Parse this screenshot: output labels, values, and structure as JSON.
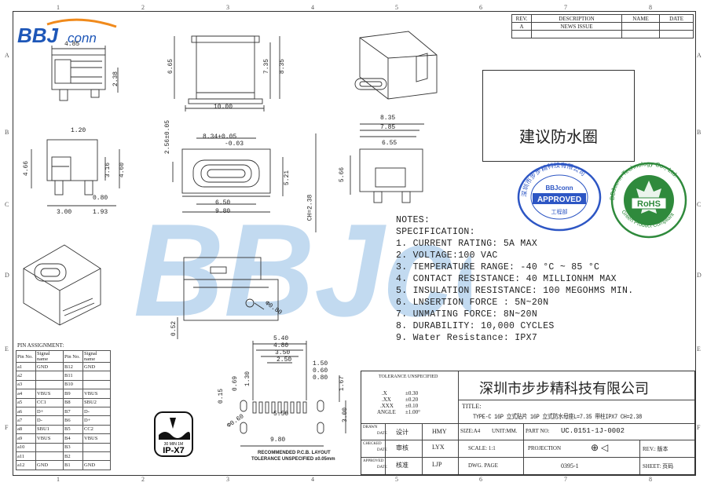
{
  "logo": {
    "text_bbj": "BBJ",
    "text_conn": "conn"
  },
  "grid": {
    "columns": [
      "1",
      "2",
      "3",
      "4",
      "5",
      "6",
      "7",
      "8"
    ],
    "rows": [
      "A",
      "B",
      "C",
      "D",
      "E",
      "F"
    ]
  },
  "revision_table": {
    "headers": [
      "REV.",
      "DESCRIPTION",
      "NAME",
      "DATE"
    ],
    "rows": [
      [
        "A",
        "NEWS ISSUE",
        "",
        ""
      ]
    ]
  },
  "waterproof_box": {
    "label": "建议防水圈"
  },
  "dimensions": {
    "side_top": [
      "4.85",
      "2.38"
    ],
    "front_top": [
      "6.65",
      "7.35",
      "8.35",
      "10.00"
    ],
    "side_mid": [
      "1.20",
      "4.66",
      "3.16",
      "4.60",
      "0.80",
      "3.00",
      "1.93"
    ],
    "front_mid": [
      "2.56±0.05",
      "8.34+0.05",
      "-0.03",
      "5.21",
      "6.50",
      "9.80",
      "CH=2.38"
    ],
    "right_mid": [
      "8.35",
      "7.85",
      "6.55",
      "5.66"
    ],
    "bottom_view": [
      "Φ0.80",
      "0.52"
    ],
    "footprint": [
      "5.40",
      "4.80",
      "3.50",
      "2.50",
      "1.50",
      "0.60",
      "0.80",
      "0.69",
      "1.30",
      "0.15",
      "1.67",
      "5.50",
      "3.00",
      "9.80",
      "Φ0.60"
    ]
  },
  "footprint_caption": [
    "RECOMMENDED P.C.B. LAYOUT",
    "TOLERANCE UNSPECIFIED ±0.05mm"
  ],
  "notes": [
    "NOTES:",
    "SPECIFICATION:",
    "1. CURRENT RATING: 5A MAX",
    "2. VOLTAGE:100 VAC",
    "3. TEMPERATURE RANGE: -40 °C ~ 85 °C",
    "4. CONTACT RESISTANCE: 40 MILLIONHM MAX",
    "5. INSULATION RESISTANCE: 100 MEGOHMS MIN.",
    "6. LNSERTION FORCE : 5N~20N",
    "7. UNMATING FORCE: 8N~20N",
    "8. DURABILITY:  10,000 CYCLES",
    "9. Water Resistance: IPX7"
  ],
  "stamps": {
    "approved": {
      "ring_text": "深圳市步步精科技有限公司",
      "center": "APPROVED",
      "sub": "工程部",
      "brand": "BBJconn"
    },
    "rohs": {
      "ring_text": "BBJconn Technology Co., Ltd.",
      "center": "RoHS",
      "bottom": "Green Product Compliant"
    }
  },
  "ipx7": {
    "text": "IP-X7",
    "sub": "30 MIN 1M"
  },
  "pin_table": {
    "title": "PIN ASSIGNMENT:",
    "headers": [
      "Pin No.",
      "Signal name",
      "Pin No.",
      "Signal name"
    ],
    "rows": [
      [
        "a1",
        "GND",
        "B12",
        "GND"
      ],
      [
        "a2",
        "",
        "B11",
        ""
      ],
      [
        "a3",
        "",
        "B10",
        ""
      ],
      [
        "a4",
        "VBUS",
        "B9",
        "VBUS"
      ],
      [
        "a5",
        "CC1",
        "B8",
        "SBU2"
      ],
      [
        "a6",
        "D+",
        "B7",
        "D-"
      ],
      [
        "a7",
        "D-",
        "B6",
        "D+"
      ],
      [
        "a8",
        "SBU1",
        "B5",
        "CC2"
      ],
      [
        "a9",
        "VBUS",
        "B4",
        "VBUS"
      ],
      [
        "a10",
        "",
        "B3",
        ""
      ],
      [
        "a11",
        "",
        "B2",
        ""
      ],
      [
        "a12",
        "GND",
        "B1",
        "GND"
      ]
    ]
  },
  "tolerance": {
    "title": "TOLERANCE UNSPECIFIED",
    "rows": [
      [
        ".X",
        "±0.30"
      ],
      [
        ".XX",
        "±0.20"
      ],
      [
        ".XXX",
        "±0.10"
      ],
      [
        "ANGLE",
        "±1.00°"
      ]
    ]
  },
  "title_block": {
    "company": "深圳市步步精科技有限公司",
    "title_label": "TITLE:",
    "title": "TYPE-C 16P 立式贴片 16P 立式防水母座L=7.35 带柱IPX7 CH=2.38",
    "drawn_label": "DRAWN",
    "drawn_date": "DATE",
    "drawn_cn": "设计",
    "drawn_by": "HMY",
    "checked_label": "CHECKED",
    "checked_cn": "审核",
    "checked_by": "LYX",
    "approved_label": "APPROVED",
    "approved_cn": "核准",
    "approved_by": "LJP",
    "size": "SIZE:A4",
    "unit": "UNIT:MM.",
    "scale": "SCALE: 1:1",
    "dwg_label": "DWG. PAGE",
    "part_no_label": "PART NO:",
    "part_no": "UC.0151-1J-0002",
    "projection_label": "PROJECTION",
    "rev_label": "REV.: 版本",
    "dwg_no": "0395-1",
    "sheet_label": "SHEET: 页码"
  },
  "watermark": {
    "text": "BBJconn"
  },
  "colors": {
    "logo_blue": "#1e57b8",
    "logo_orange": "#f08a1c",
    "stamp_blue": "#2d56c4",
    "stamp_green": "#2f8a3c",
    "watermark": "#b8d4ee"
  }
}
